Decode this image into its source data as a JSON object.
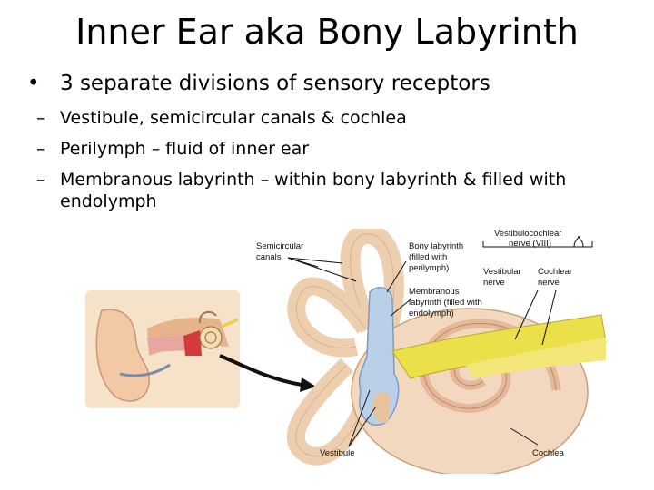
{
  "slide": {
    "title": "Inner Ear aka Bony Labyrinth",
    "bullets": [
      {
        "text": "3 separate divisions of sensory receptors"
      }
    ],
    "subbullets": [
      {
        "text": "Vestibule, semicircular canals & cochlea"
      },
      {
        "text": "Perilymph – fluid of inner ear"
      },
      {
        "text": "Membranous labyrinth – within bony labyrinth & filled with endolymph"
      }
    ],
    "bullet_glyph": "•",
    "dash_glyph": "–"
  },
  "figure": {
    "labels": {
      "semicircular_1": "Semicircular",
      "semicircular_2": "canals",
      "bony_1": "Bony labyrinth",
      "bony_2": "(filled with",
      "bony_3": "perilymph)",
      "membranous_1": "Membranous",
      "membranous_2": "labyrinth (filled with",
      "membranous_3": "endolymph)",
      "vestibulocochlear_1": "Vestibulocochlear",
      "vestibulocochlear_2": "nerve (VIII)",
      "vestibular_1": "Vestibular",
      "vestibular_2": "nerve",
      "cochlear_nerve_1": "Cochlear",
      "cochlear_nerve_2": "nerve",
      "vestibule": "Vestibule",
      "cochlea": "Cochlea"
    }
  }
}
